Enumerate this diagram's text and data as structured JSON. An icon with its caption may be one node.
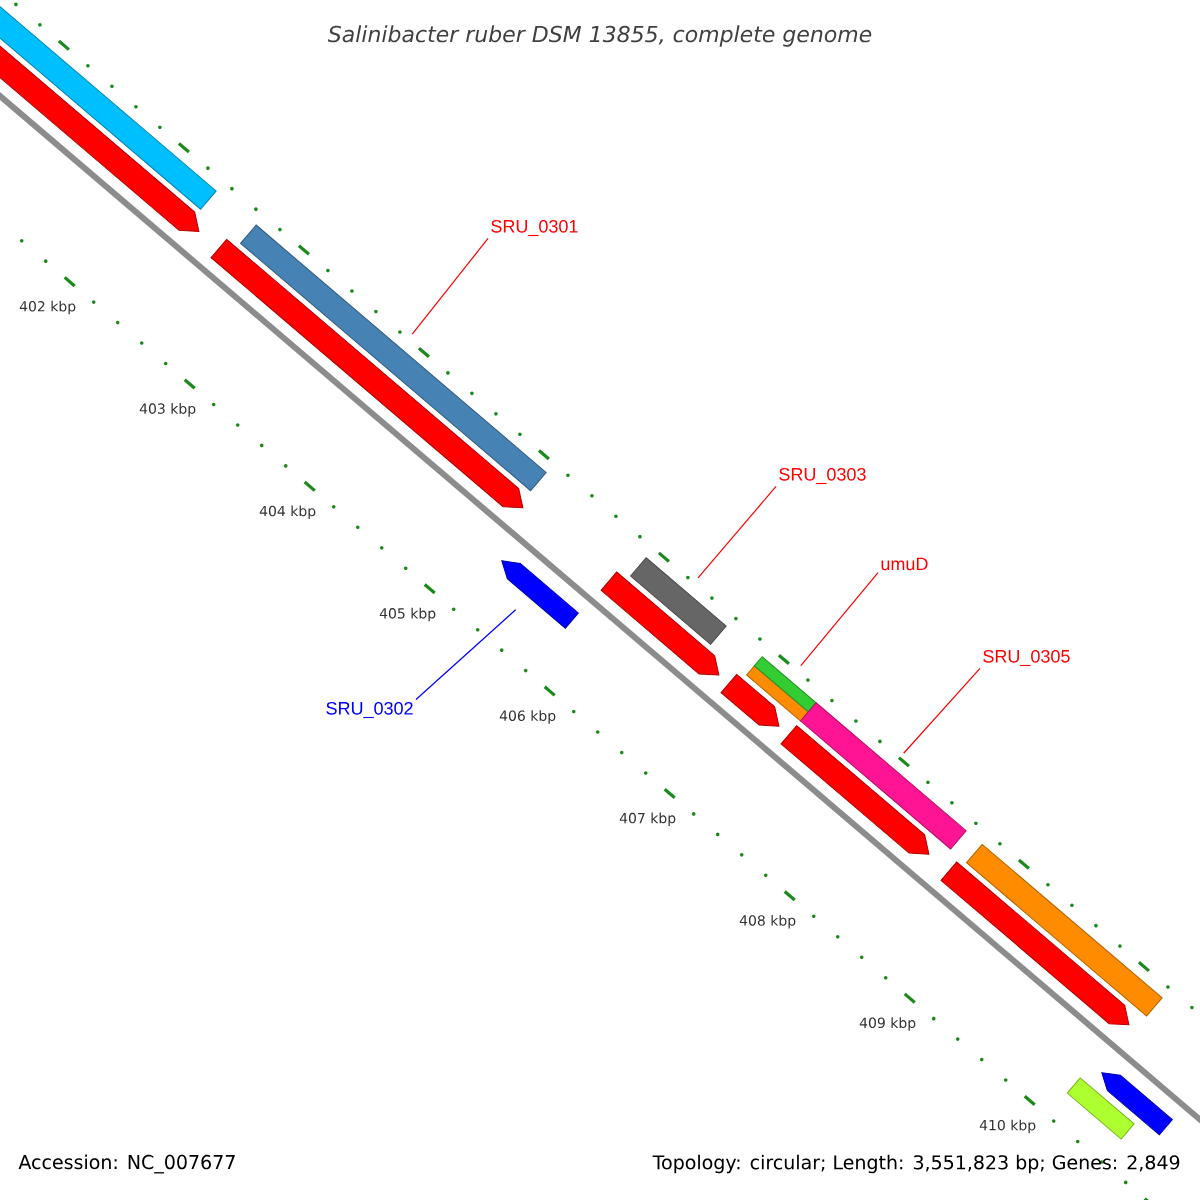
{
  "diagram": {
    "title": "Salinibacter ruber DSM 13855, complete genome",
    "nodes": [
      {
        "text": [
          "SRU_0301"
        ]
      },
      {
        "text": [
          "SRU_0303"
        ]
      },
      {
        "text": [
          "umuD"
        ]
      },
      {
        "text": [
          "SRU_0305"
        ]
      },
      {
        "text": [
          "SRU_0302"
        ]
      },
      {
        "text": [],
        "shape": "bar"
      },
      {
        "text": [],
        "shape": "arrow"
      },
      {
        "text": [],
        "shape": "bar"
      },
      {
        "text": [],
        "shape": "arrow"
      },
      {
        "text": [],
        "shape": "arrow"
      },
      {
        "text": [],
        "shape": "arrow"
      },
      {
        "text": [],
        "shape": "bar"
      },
      {
        "text": [],
        "shape": "arrow"
      },
      {
        "text": [],
        "shape": "bar"
      },
      {
        "text": [],
        "shape": "bar"
      },
      {
        "text": [],
        "shape": "bar"
      },
      {
        "text": [],
        "shape": "arrow"
      },
      {
        "text": [],
        "shape": "arrow"
      },
      {
        "text": [],
        "shape": "bar"
      },
      {
        "text": [],
        "shape": "bar"
      },
      {
        "text": [],
        "shape": "arrow"
      }
    ],
    "edges": [
      {
        "from": 0,
        "to": 7,
        "arrow": "none"
      },
      {
        "from": 1,
        "to": 11,
        "arrow": "none"
      },
      {
        "from": 2,
        "to": 14,
        "arrow": "none"
      },
      {
        "from": 3,
        "to": 15,
        "arrow": "none"
      },
      {
        "from": 4,
        "to": 9,
        "arrow": "none",
        "color": "#0000ff"
      }
    ],
    "labels": [
      "402 kbp",
      "403 kbp",
      "404 kbp",
      "405 kbp",
      "406 kbp",
      "407 kbp",
      "408 kbp",
      "409 kbp",
      "410 kbp",
      "Accession: NC_007677",
      "Topology: circular; Length: 3,551,823 bp; Genes: 2,849"
    ]
  }
}
